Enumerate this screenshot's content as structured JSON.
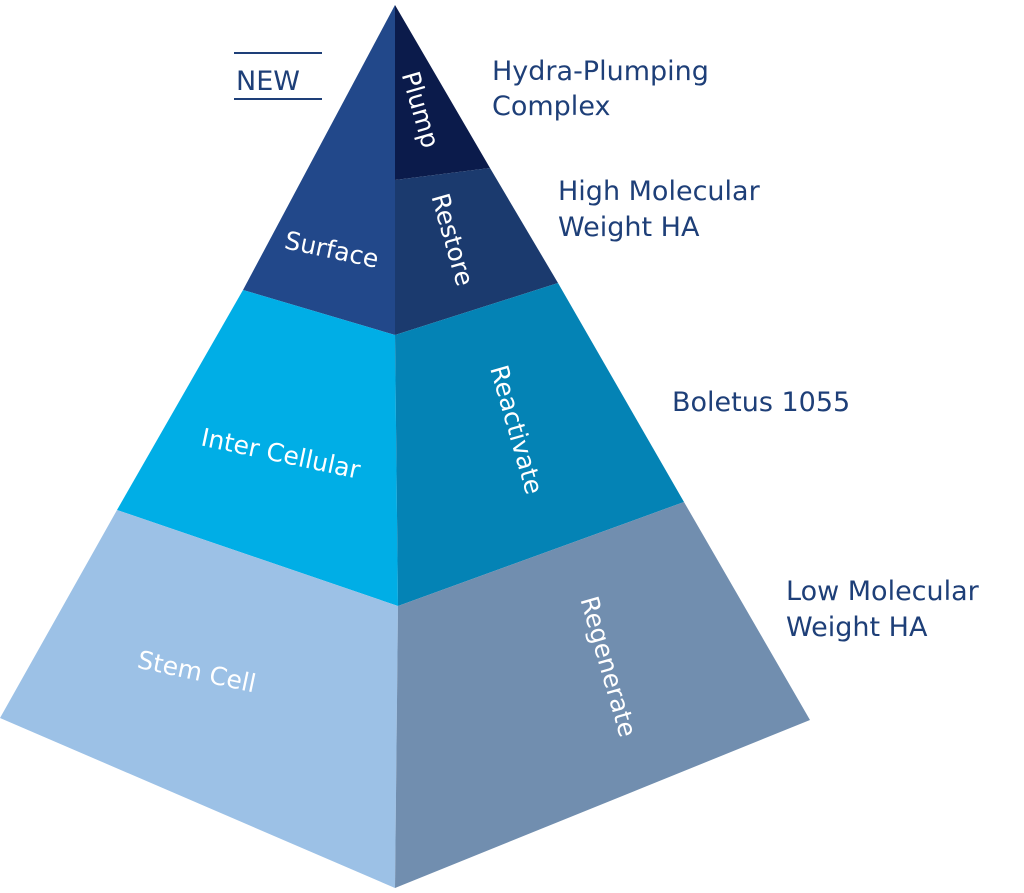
{
  "badge": {
    "label": "NEW"
  },
  "left_face": {
    "layers": [
      {
        "label": "Surface"
      },
      {
        "label": "Inter Cellular"
      },
      {
        "label": "Stem Cell"
      }
    ]
  },
  "right_face": {
    "layers": [
      {
        "label": "Plump"
      },
      {
        "label": "Restore"
      },
      {
        "label": "Reactivate"
      },
      {
        "label": "Regenerate"
      }
    ]
  },
  "ingredients": {
    "plump": [
      "Hydra-Plumping",
      "Complex"
    ],
    "restore": [
      "High Molecular",
      "Weight HA"
    ],
    "reactivate": [
      "Boletus 1055"
    ],
    "regenerate": [
      "Low Molecular",
      "Weight HA"
    ]
  },
  "colors": {
    "surface_left": "#22488a",
    "plump_right": "#0b1b4b",
    "restore_right": "#1b3a6e",
    "inter_cellular_left": "#00aee6",
    "reactivate_right": "#0483b5",
    "stem_cell_left": "#9cc1e6",
    "regenerate_right": "#718eaf",
    "text_dark": "#1e3f78"
  }
}
